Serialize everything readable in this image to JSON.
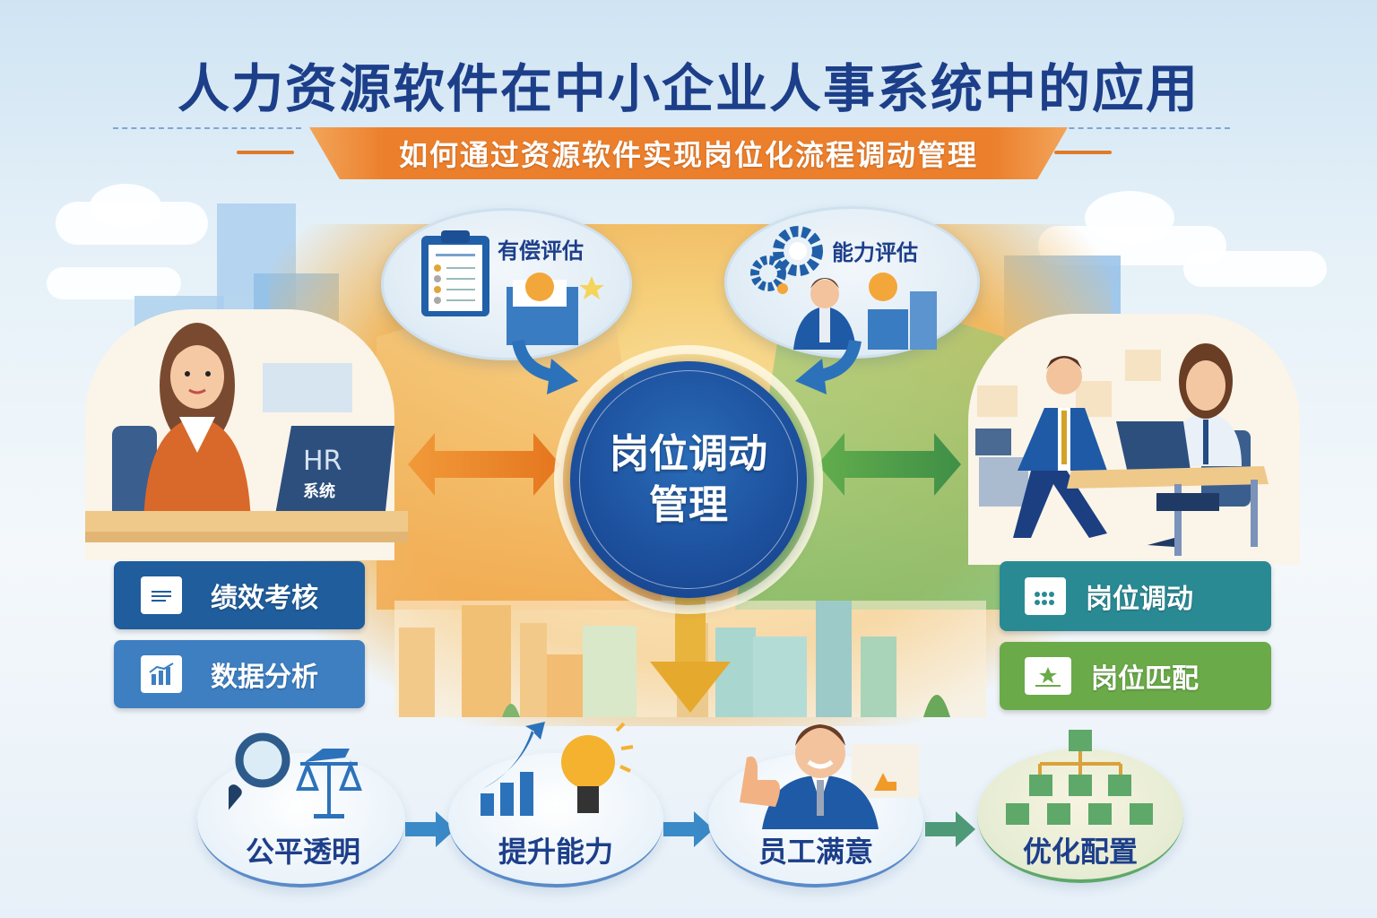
{
  "header": {
    "title": "人力资源软件在中小企业人事系统中的应用",
    "subtitle": "如何通过资源软件实现岗位化流程调动管理"
  },
  "top_ovals": [
    {
      "label": "有偿评估",
      "icon": "clipboard-checklist-icon"
    },
    {
      "label": "能力评估",
      "icon": "gears-icon"
    }
  ],
  "left_scene": {
    "laptop_text_line1": "HR",
    "laptop_text_line2": "系统"
  },
  "center": {
    "line1": "岗位调动",
    "line2": "管理"
  },
  "left_buttons": [
    {
      "label": "绩效考核",
      "icon": "document-scroll-icon",
      "color": "#1f5d9c"
    },
    {
      "label": "数据分析",
      "icon": "bar-chart-icon",
      "color": "#3d7fc1"
    }
  ],
  "right_buttons": [
    {
      "label": "岗位调动",
      "icon": "calendar-icon",
      "color": "#2a8a94"
    },
    {
      "label": "岗位匹配",
      "icon": "star-tray-icon",
      "color": "#6aaa48"
    }
  ],
  "steps": [
    {
      "label": "公平透明",
      "icon": "magnifier-scale-icon"
    },
    {
      "label": "提升能力",
      "icon": "growth-bulb-icon"
    },
    {
      "label": "员工满意",
      "icon": "thumbs-up-employee-icon"
    },
    {
      "label": "优化配置",
      "icon": "org-chart-icon"
    }
  ],
  "colors": {
    "title": "#1d3f8a",
    "banner": "#ec7f2c",
    "center": "#1c4f9c",
    "left_arrow": "#e8802e",
    "right_arrow": "#5aa84a",
    "down_arrow": "#e8b43c"
  }
}
